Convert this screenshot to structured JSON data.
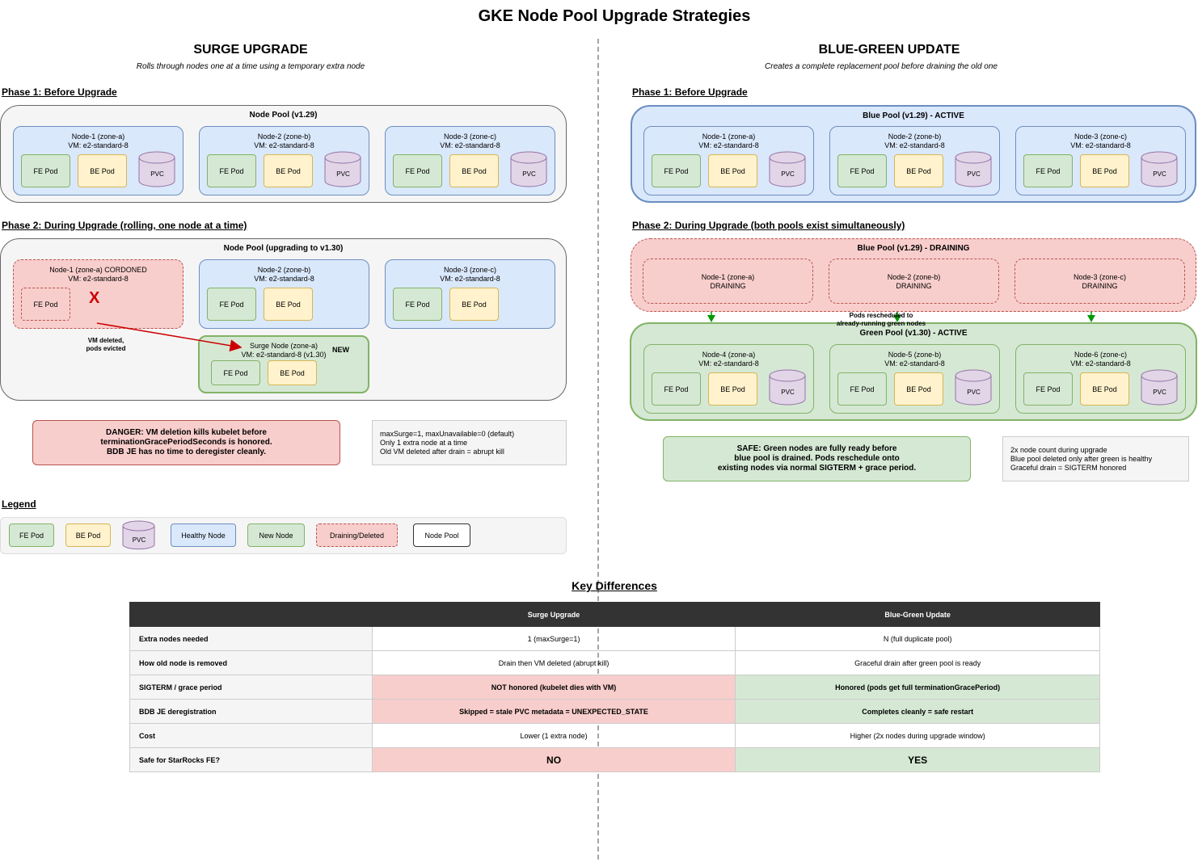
{
  "title": "GKE Node Pool Upgrade Strategies",
  "surge": {
    "heading": "SURGE UPGRADE",
    "subtitle": "Rolls through nodes one at a time using a temporary extra node",
    "phase1": {
      "title": "Phase 1: Before Upgrade",
      "pool_title": "Node Pool (v1.29)",
      "nodes": [
        {
          "name": "Node-1 (zone-a)",
          "vm": "VM: e2-standard-8"
        },
        {
          "name": "Node-2 (zone-b)",
          "vm": "VM: e2-standard-8"
        },
        {
          "name": "Node-3 (zone-c)",
          "vm": "VM: e2-standard-8"
        }
      ]
    },
    "phase2": {
      "title": "Phase 2: During Upgrade (rolling, one node at a time)",
      "pool_title": "Node Pool (upgrading to v1.30)",
      "cordoned": {
        "name": "Node-1 (zone-a) CORDONED",
        "vm": "VM: e2-standard-8",
        "x_mark": "X"
      },
      "nodes": [
        {
          "name": "Node-2 (zone-b)",
          "vm": "VM: e2-standard-8"
        },
        {
          "name": "Node-3 (zone-c)",
          "vm": "VM: e2-standard-8"
        }
      ],
      "surge_node": {
        "name": "Surge Node (zone-a)",
        "vm": "VM: e2-standard-8 (v1.30)",
        "badge": "NEW"
      },
      "evict_label_1": "VM deleted,",
      "evict_label_2": "pods evicted"
    },
    "danger": {
      "line1": "DANGER: VM deletion kills kubelet before",
      "line2": "terminationGracePeriodSeconds is honored.",
      "line3": "BDB JE has no time to deregister cleanly."
    },
    "info": {
      "line1": "maxSurge=1, maxUnavailable=0 (default)",
      "line2": "Only 1 extra node at a time",
      "line3": "Old VM deleted after drain = abrupt kill"
    }
  },
  "bluegreen": {
    "heading": "BLUE-GREEN UPDATE",
    "subtitle": "Creates a complete replacement pool before draining the old one",
    "phase1": {
      "title": "Phase 1: Before Upgrade",
      "pool_title": "Blue Pool (v1.29) - ACTIVE",
      "nodes": [
        {
          "name": "Node-1 (zone-a)",
          "vm": "VM: e2-standard-8"
        },
        {
          "name": "Node-2 (zone-b)",
          "vm": "VM: e2-standard-8"
        },
        {
          "name": "Node-3 (zone-c)",
          "vm": "VM: e2-standard-8"
        }
      ]
    },
    "phase2": {
      "title": "Phase 2: During Upgrade (both pools exist simultaneously)",
      "blue_pool_title": "Blue Pool (v1.29) - DRAINING",
      "draining_nodes": [
        {
          "name": "Node-1 (zone-a)",
          "state": "DRAINING"
        },
        {
          "name": "Node-2 (zone-b)",
          "state": "DRAINING"
        },
        {
          "name": "Node-3 (zone-c)",
          "state": "DRAINING"
        }
      ],
      "reschedule_1": "Pods rescheduled to",
      "reschedule_2": "already-running green nodes",
      "green_pool_title": "Green Pool (v1.30) - ACTIVE",
      "green_nodes": [
        {
          "name": "Node-4 (zone-a)",
          "vm": "VM: e2-standard-8"
        },
        {
          "name": "Node-5 (zone-b)",
          "vm": "VM: e2-standard-8"
        },
        {
          "name": "Node-6 (zone-c)",
          "vm": "VM: e2-standard-8"
        }
      ]
    },
    "safe": {
      "line1": "SAFE: Green nodes are fully ready before",
      "line2": "blue pool is drained. Pods reschedule onto",
      "line3": "existing nodes via normal SIGTERM + grace period."
    },
    "info": {
      "line1": "2x node count during upgrade",
      "line2": "Blue pool deleted only after green is healthy",
      "line3": "Graceful drain = SIGTERM honored"
    }
  },
  "pods": {
    "fe": "FE Pod",
    "be": "BE Pod",
    "pvc": "PVC"
  },
  "legend": {
    "title": "Legend",
    "fe": "FE Pod",
    "be": "BE Pod",
    "pvc": "PVC",
    "healthy": "Healthy Node",
    "new": "New Node",
    "draining": "Draining/Deleted",
    "pool": "Node Pool"
  },
  "colors": {
    "healthy_node": "#dae8fc",
    "new_node": "#d5e8d4",
    "draining": "#f8cecc",
    "fe_pod": "#d5e8d4",
    "be_pod": "#fff2cc",
    "pvc": "#e1d5e7",
    "table_header": "#333333",
    "arrow_red": "#cc0000",
    "arrow_green": "#009900"
  },
  "table": {
    "title": "Key Differences",
    "headers": [
      "",
      "Surge Upgrade",
      "Blue-Green Update"
    ],
    "rows": [
      {
        "label": "Extra nodes needed",
        "surge": "1 (maxSurge=1)",
        "bg": "N (full duplicate pool)"
      },
      {
        "label": "How old node is removed",
        "surge": "Drain then VM deleted (abrupt kill)",
        "bg": "Graceful drain after green pool is ready"
      },
      {
        "label": "SIGTERM / grace period",
        "surge": "NOT honored (kubelet dies with VM)",
        "bg": "Honored (pods get full terminationGracePeriod)"
      },
      {
        "label": "BDB JE deregistration",
        "surge": "Skipped = stale PVC metadata = UNEXPECTED_STATE",
        "bg": "Completes cleanly = safe restart"
      },
      {
        "label": "Cost",
        "surge": "Lower (1 extra node)",
        "bg": "Higher (2x nodes during upgrade window)"
      },
      {
        "label": "Safe for StarRocks FE?",
        "surge": "NO",
        "bg": "YES"
      }
    ]
  }
}
